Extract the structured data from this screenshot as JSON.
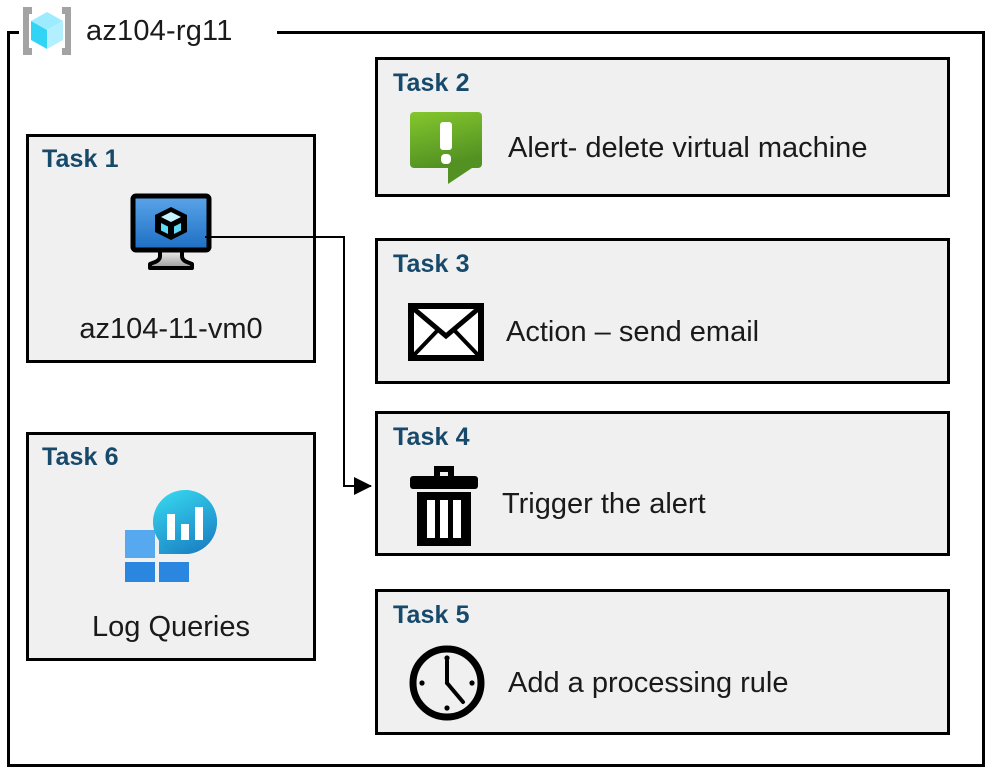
{
  "resource_group": {
    "name": "az104-rg11",
    "icon": "resource-group-cube-icon"
  },
  "colors": {
    "task_title": "#17496b",
    "card_background": "#f0f0f0",
    "card_border": "#000000",
    "page_background": "#ffffff",
    "alert_green": "#7cb82f",
    "vm_blue": "#3a8fdd",
    "monitor_teal": "#2ec3e0",
    "monitor_blue": "#2a8ae0",
    "rg_icon_cyan": "#50e6ff",
    "rg_icon_bracket": "#a3a3a3"
  },
  "cards": {
    "task1": {
      "title": "Task 1",
      "label": "az104-11-vm0",
      "icon": "virtual-machine-icon"
    },
    "task2": {
      "title": "Task 2",
      "label": "Alert- delete virtual machine",
      "icon": "alert-exclamation-icon"
    },
    "task3": {
      "title": "Task 3",
      "label": "Action – send email",
      "icon": "envelope-icon"
    },
    "task4": {
      "title": "Task 4",
      "label": "Trigger the alert",
      "icon": "trash-can-icon"
    },
    "task5": {
      "title": "Task 5",
      "label": "Add a processing rule",
      "icon": "clock-icon"
    },
    "task6": {
      "title": "Task 6",
      "label": "Log Queries",
      "icon": "log-analytics-icon"
    }
  },
  "connector": {
    "from": "task1-virtual-machine-icon",
    "to": "task4-card",
    "arrow_direction": "right"
  }
}
